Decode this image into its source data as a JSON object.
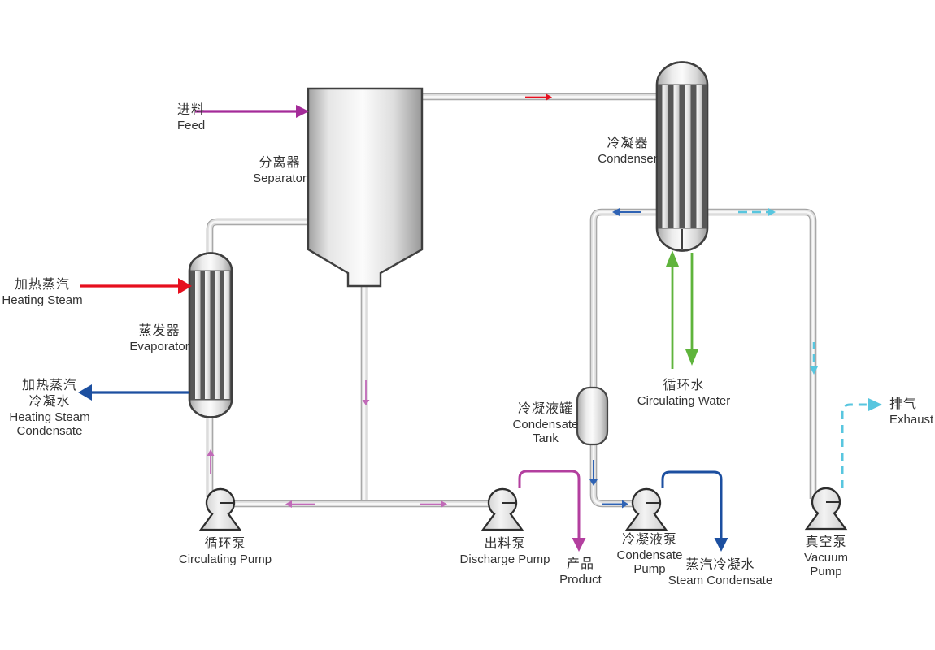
{
  "labels": {
    "feed": {
      "zh": "进料",
      "en": "Feed"
    },
    "separator": {
      "zh": "分离器",
      "en": "Separator"
    },
    "condenser": {
      "zh": "冷凝器",
      "en": "Condenser"
    },
    "heating_steam": {
      "zh": "加热蒸汽",
      "en": "Heating Steam"
    },
    "evaporator": {
      "zh": "蒸发器",
      "en": "Evaporator"
    },
    "heating_steam_condensate": {
      "zh1": "加热蒸汽",
      "zh2": "冷凝水",
      "en1": "Heating Steam",
      "en2": "Condensate"
    },
    "condensate_tank": {
      "zh": "冷凝液罐",
      "en1": "Condensate",
      "en2": "Tank"
    },
    "circulating_water": {
      "zh": "循环水",
      "en": "Circulating Water"
    },
    "exhaust": {
      "zh": "排气",
      "en": "Exhaust"
    },
    "circulating_pump": {
      "zh": "循环泵",
      "en": "Circulating Pump"
    },
    "discharge_pump": {
      "zh": "出料泵",
      "en": "Discharge Pump"
    },
    "product": {
      "zh": "产品",
      "en": "Product"
    },
    "condensate_pump": {
      "zh": "冷凝液泵",
      "en1": "Condensate",
      "en2": "Pump"
    },
    "steam_condensate": {
      "zh": "蒸汽冷凝水",
      "en": "Steam Condensate"
    },
    "vacuum_pump": {
      "zh": "真空泵",
      "en1": "Vacuum",
      "en2": "Pump"
    }
  },
  "colors": {
    "feed_magenta": "#a42b99",
    "product_magenta": "#b33f9f",
    "heating_red": "#e60f1e",
    "condensate_blue": "#1c4fa0",
    "flow_blue": "#2f63b4",
    "water_green": "#5fb43c",
    "vacuum_cyan": "#58c6df",
    "flow_pink": "#c16ab8"
  }
}
